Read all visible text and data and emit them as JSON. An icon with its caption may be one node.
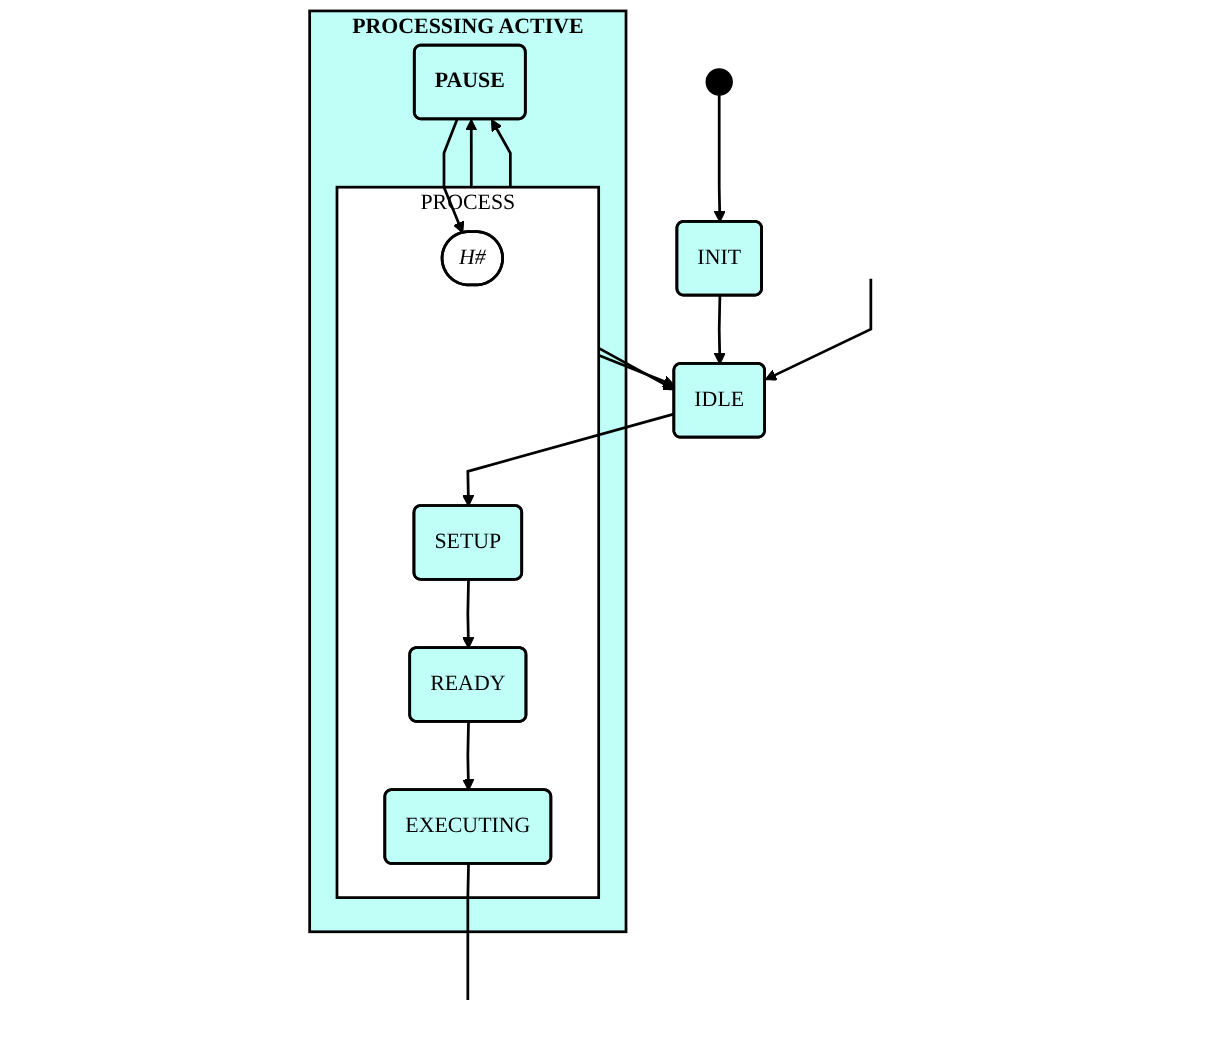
{
  "diagram": {
    "nodes": [
      {
        "text": [],
        "shape": "circle"
      },
      {
        "text": [
          "INIT"
        ]
      },
      {
        "text": [
          "IDLE"
        ]
      },
      {
        "text": [
          "PROCESSING ACTIVE"
        ]
      },
      {
        "text": [
          "PAUSE"
        ],
        "in": 3
      },
      {
        "text": [
          "PROCESS"
        ],
        "in": 3
      },
      {
        "text": [
          "H#"
        ],
        "in": 5
      },
      {
        "text": [
          "SETUP"
        ],
        "in": 5
      },
      {
        "text": [
          "READY"
        ],
        "in": 5
      },
      {
        "text": [
          "EXECUTING"
        ],
        "in": 5
      }
    ],
    "edges": [
      {
        "from": 0,
        "to": 1,
        "arrow": "to"
      },
      {
        "from": 1,
        "to": 2,
        "arrow": "to"
      },
      {
        "from": 2,
        "to": 7,
        "arrow": "to"
      },
      {
        "from": 5,
        "to": 2,
        "arrow": "to"
      },
      {
        "from": 5,
        "to": 2,
        "arrow": "to"
      },
      {
        "from": 7,
        "to": 8,
        "arrow": "to"
      },
      {
        "from": 8,
        "to": 9,
        "arrow": "to"
      },
      {
        "from": 5,
        "to": 4,
        "arrow": "to"
      },
      {
        "from": 4,
        "to": 6,
        "arrow": "to"
      },
      {
        "from": 5,
        "to": 4,
        "arrow": "to"
      },
      {
        "from": 9,
        "to": null,
        "arrow": "none"
      },
      {
        "from": null,
        "to": 2,
        "arrow": "to"
      }
    ]
  }
}
